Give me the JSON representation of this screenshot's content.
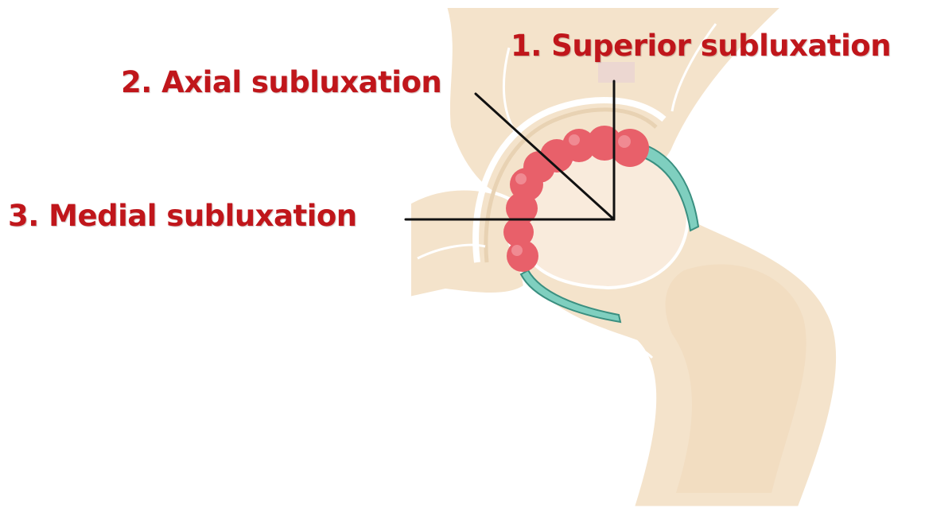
{
  "colors": {
    "label_text": "#c0161b",
    "bone_fill": "#f4e3cb",
    "bone_outline": "#ffffff",
    "bone_shadow": "#e8d2b3",
    "femoral_head": "#f9ebdc",
    "cartilage": "#7fcfbf",
    "cartilage_edge": "#3a8f80",
    "lesion": "#e8606a",
    "lesion_highlight": "#f08a92",
    "line": "#111111"
  },
  "labels": {
    "superior": "1. Superior subluxation",
    "axial": "2. Axial subluxation",
    "medial": "3. Medial subluxation"
  }
}
